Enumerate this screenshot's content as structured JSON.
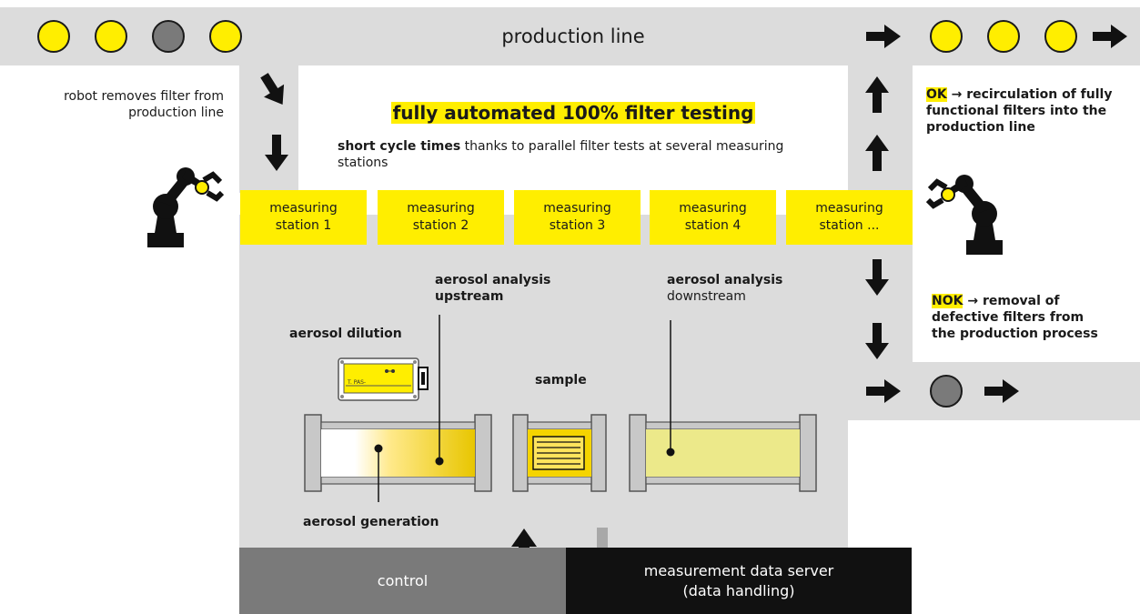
{
  "production_line": {
    "title": "production line",
    "incoming_filters": [
      "ok",
      "ok",
      "defect",
      "ok"
    ],
    "outgoing_ok_filters": [
      "ok",
      "ok",
      "ok"
    ],
    "outgoing_nok_filters": [
      "defect"
    ]
  },
  "left_robot": {
    "caption_line1": "robot removes filter from",
    "caption_line2": "production line",
    "icon": "robot-arm-icon"
  },
  "right_robot": {
    "icon": "robot-arm-icon"
  },
  "headline": {
    "title": "fully automated 100% filter testing",
    "subtitle_bold": "short cycle times",
    "subtitle_rest_line1": " thanks to parallel filter tests at several measuring",
    "subtitle_line2": "stations"
  },
  "stations": [
    {
      "line1": "measuring",
      "line2": "station 1"
    },
    {
      "line1": "measuring",
      "line2": "station 2"
    },
    {
      "line1": "measuring",
      "line2": "station 3"
    },
    {
      "line1": "measuring",
      "line2": "station 4"
    },
    {
      "line1": "measuring",
      "line2": "station ..."
    }
  ],
  "ok_panel": {
    "tag": "OK",
    "arrow": "→",
    "line1": " recirculation of fully",
    "line2": "functional filters into the",
    "line3": "production line"
  },
  "nok_panel": {
    "tag": "NOK",
    "arrow": "→",
    "line1": " removal of",
    "line2": "defective filters from",
    "line3": "the production process"
  },
  "test_setup": {
    "aerosol_dilution": "aerosol dilution",
    "device_label": "T. PAS-",
    "upstream_line1": "aerosol analysis",
    "upstream_line2": "upstream",
    "downstream_line1": "aerosol analysis",
    "downstream_line2": "downstream",
    "sample": "sample",
    "aerosol_generation": "aerosol generation"
  },
  "bottom": {
    "control": "control",
    "server_line1": "measurement data server",
    "server_line2": "(data handling)"
  },
  "colors": {
    "yellow": "#ffee00",
    "gray_bg": "#dcdcdc",
    "control_bg": "#7a7a7a",
    "server_bg": "#111111",
    "ball_defect": "#7a7a7a"
  }
}
